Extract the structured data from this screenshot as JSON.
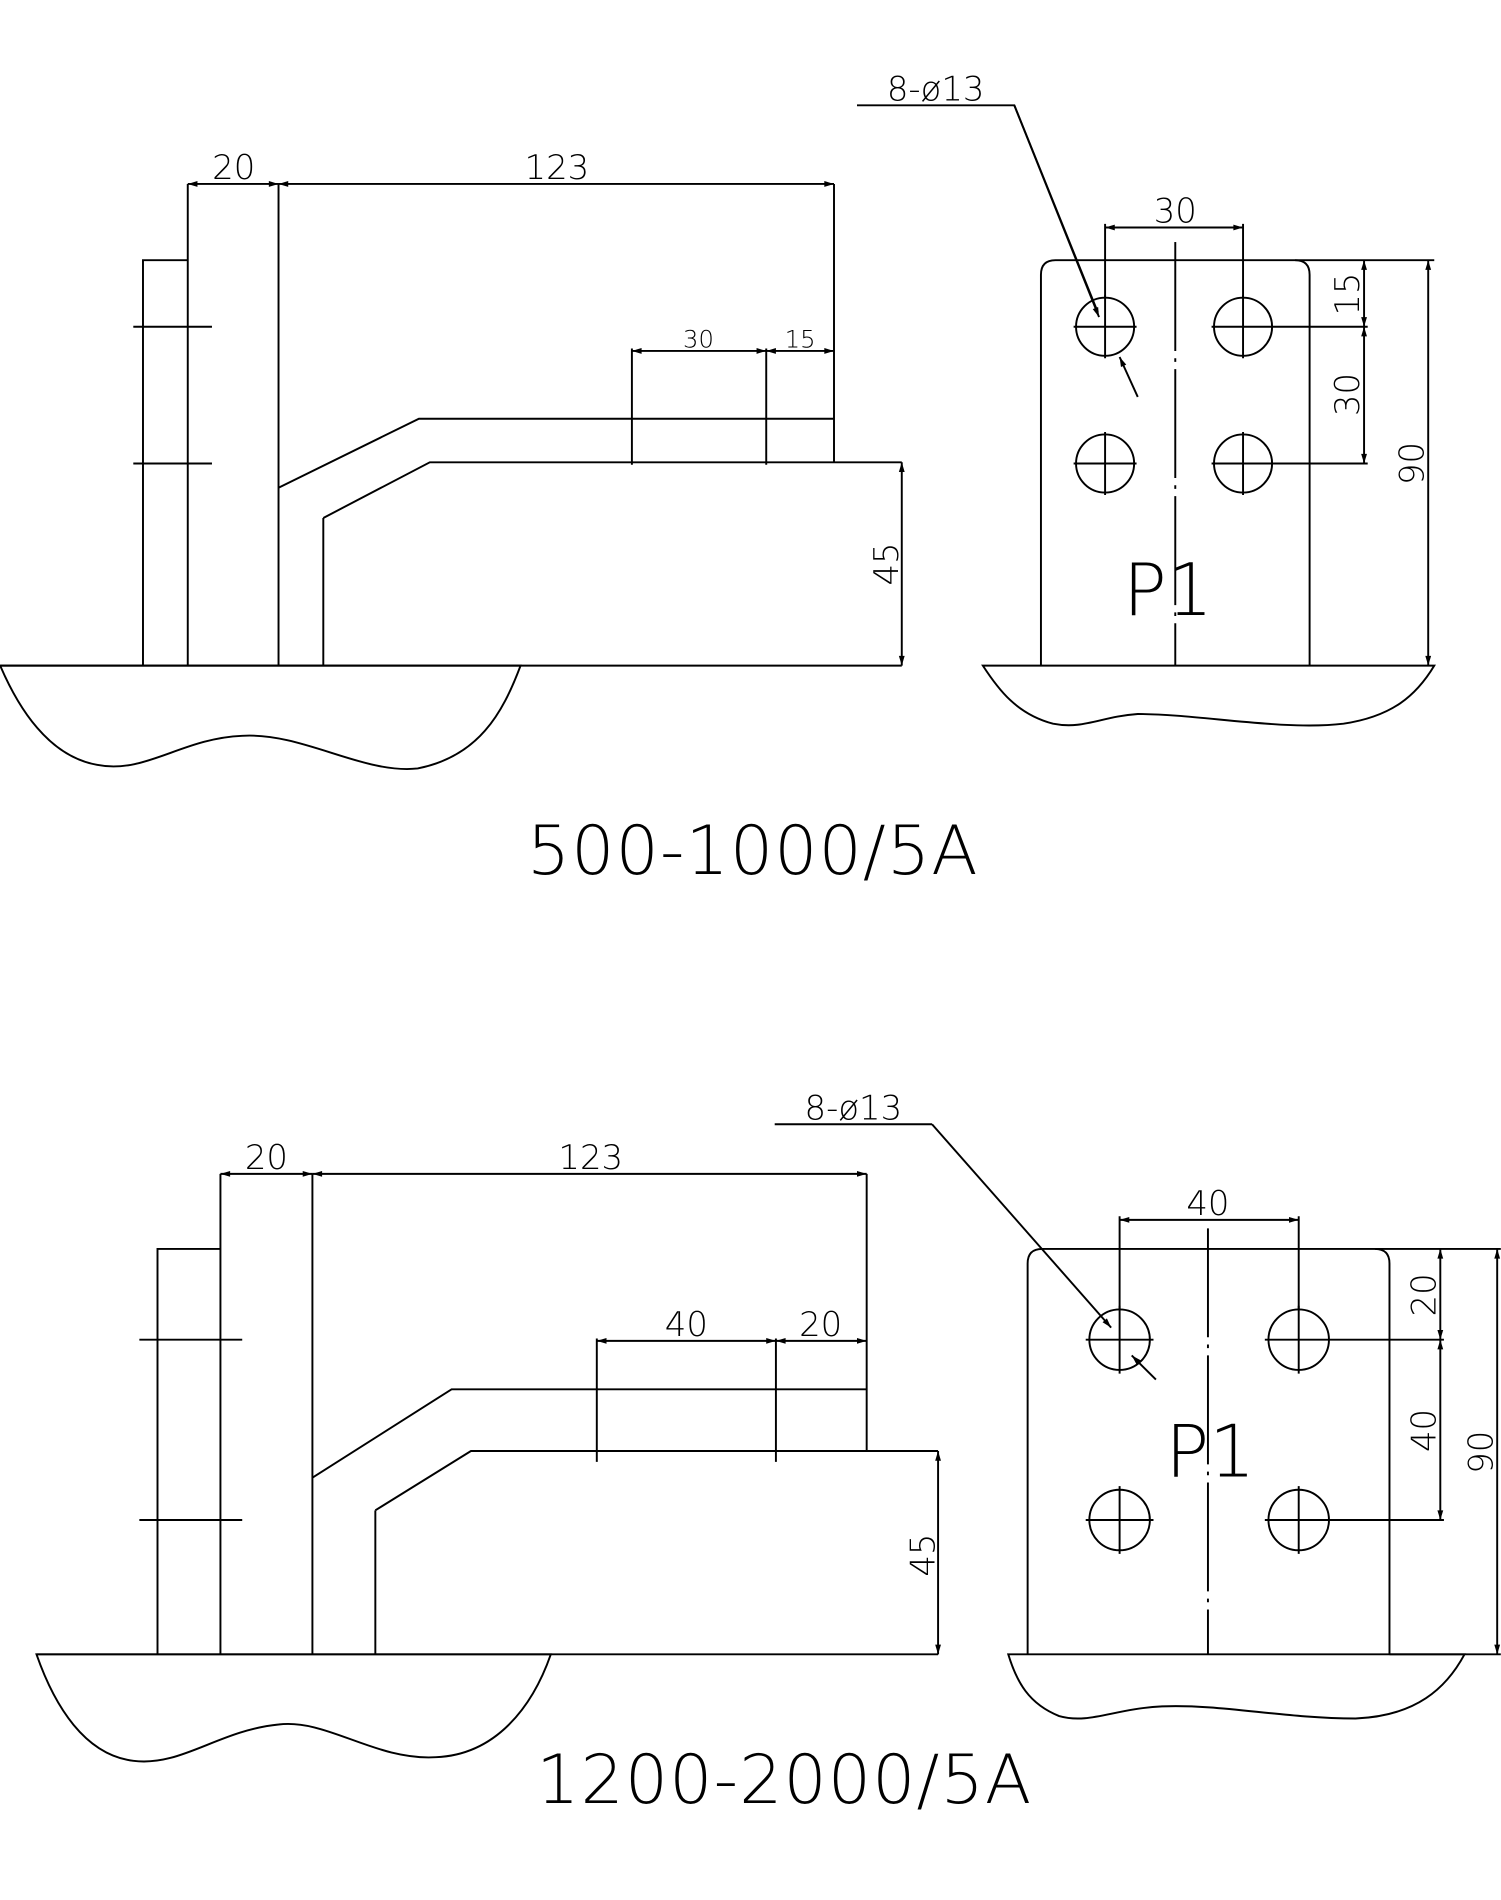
{
  "drawings": [
    {
      "title": "500-1000/5A",
      "side_view": {
        "dim_width": "20",
        "dim_length": "123",
        "dim_hole_spacing": "30",
        "dim_hole_edge": "15",
        "dim_height": "45"
      },
      "front_view": {
        "hole_callout": "8-ø13",
        "dim_hole_spacing_h": "30",
        "dim_top_edge": "15",
        "dim_hole_spacing_v": "30",
        "dim_total": "90",
        "label": "P1"
      }
    },
    {
      "title": "1200-2000/5A",
      "side_view": {
        "dim_width": "20",
        "dim_length": "123",
        "dim_hole_spacing": "40",
        "dim_hole_edge": "20",
        "dim_height": "45"
      },
      "front_view": {
        "hole_callout": "8-ø13",
        "dim_hole_spacing_h": "40",
        "dim_top_edge": "20",
        "dim_hole_spacing_v": "40",
        "dim_total": "90",
        "label": "P1"
      }
    }
  ]
}
